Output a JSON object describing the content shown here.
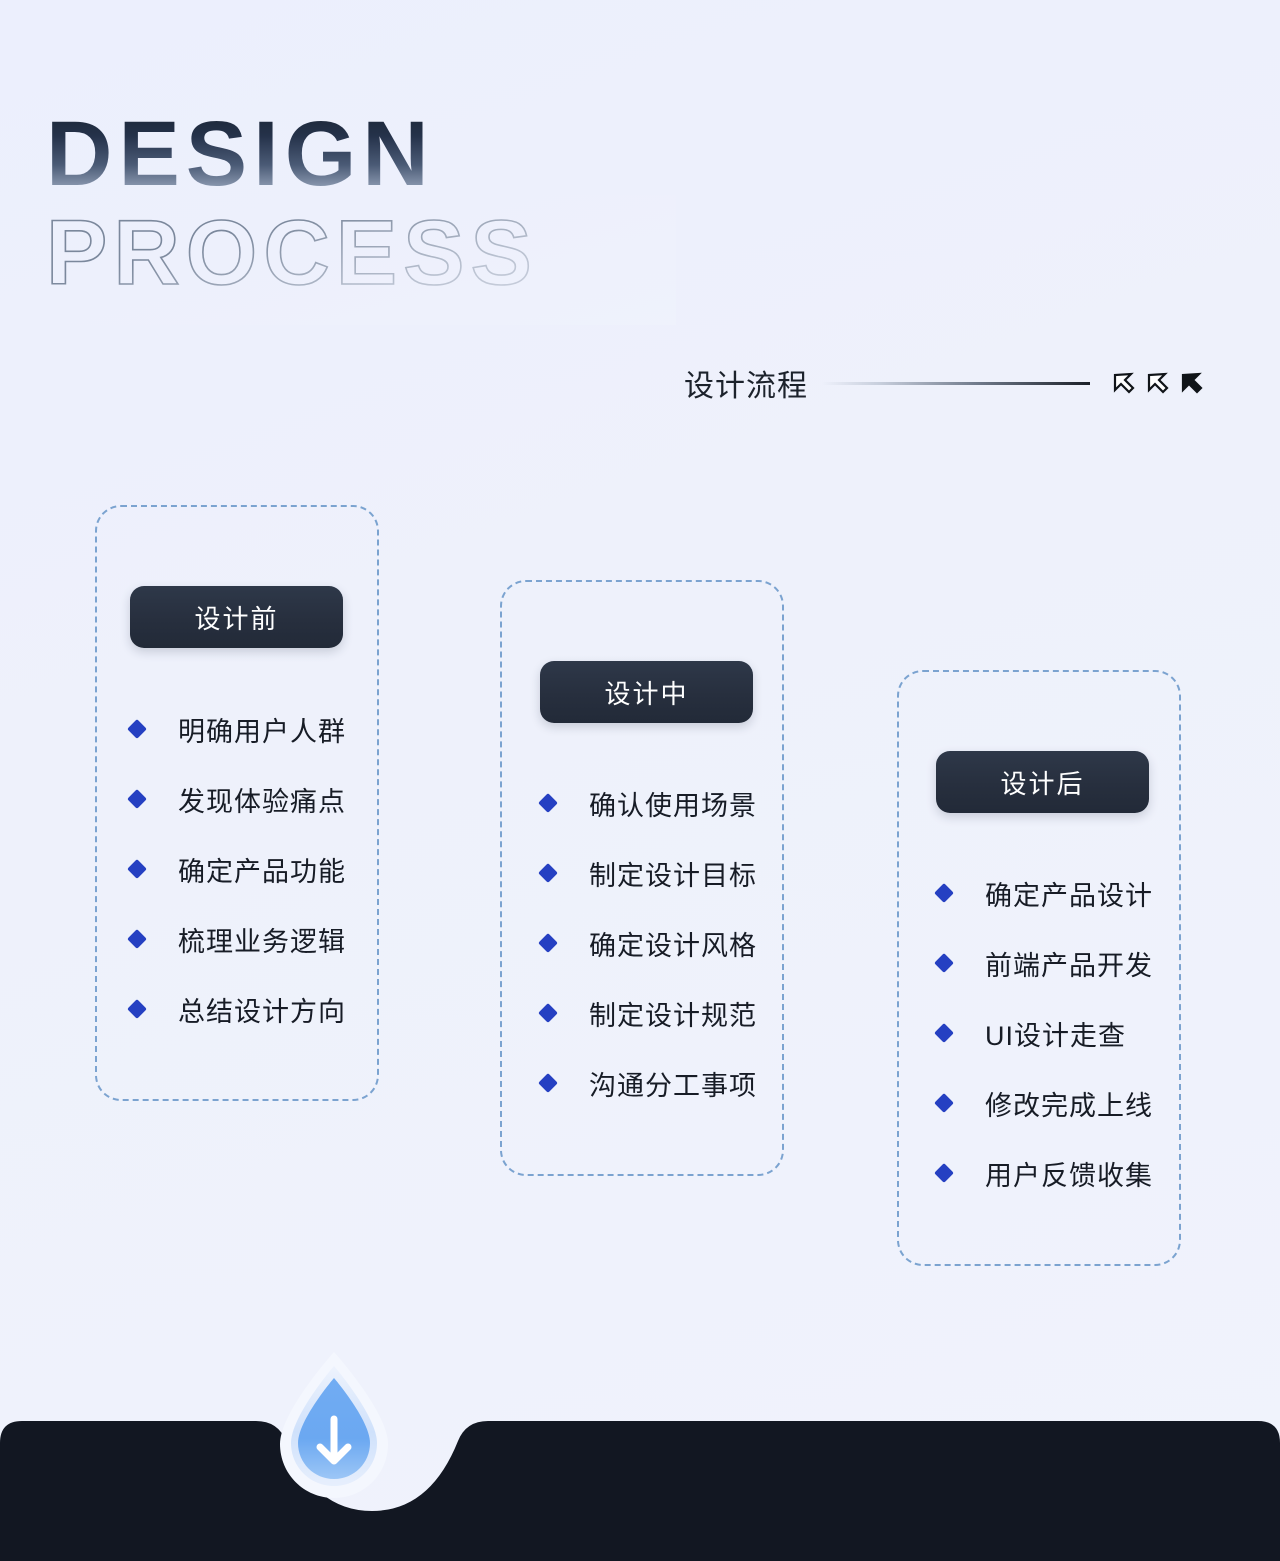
{
  "header": {
    "title_main": "DESIGN",
    "title_sub": "PROCESS",
    "subtitle": "设计流程",
    "arrow_icons": [
      "arrow-down-right-outline",
      "arrow-down-right-outline",
      "arrow-down-right-filled"
    ]
  },
  "colors": {
    "background": "#eef1fc",
    "badge": "#27303e",
    "badge_text": "#ffffff",
    "bullet": "#2540c2",
    "card_border": "#7ba3d0",
    "item_text": "#171c26",
    "bottom_shape": "#121722",
    "drop_blue": "#6aa9f2",
    "drop_halo": "#aacdf8"
  },
  "cards": [
    {
      "badge": "设计前",
      "items": [
        "明确用户人群",
        "发现体验痛点",
        "确定产品功能",
        "梳理业务逻辑",
        "总结设计方向"
      ]
    },
    {
      "badge": "设计中",
      "items": [
        "确认使用场景",
        "制定设计目标",
        "确定设计风格",
        "制定设计规范",
        "沟通分工事项"
      ]
    },
    {
      "badge": "设计后",
      "items": [
        "确定产品设计",
        "前端产品开发",
        "UI设计走查",
        "修改完成上线",
        "用户反馈收集"
      ]
    }
  ],
  "footer": {
    "scroll_hint_icon": "water-drop-arrow-down-icon"
  }
}
